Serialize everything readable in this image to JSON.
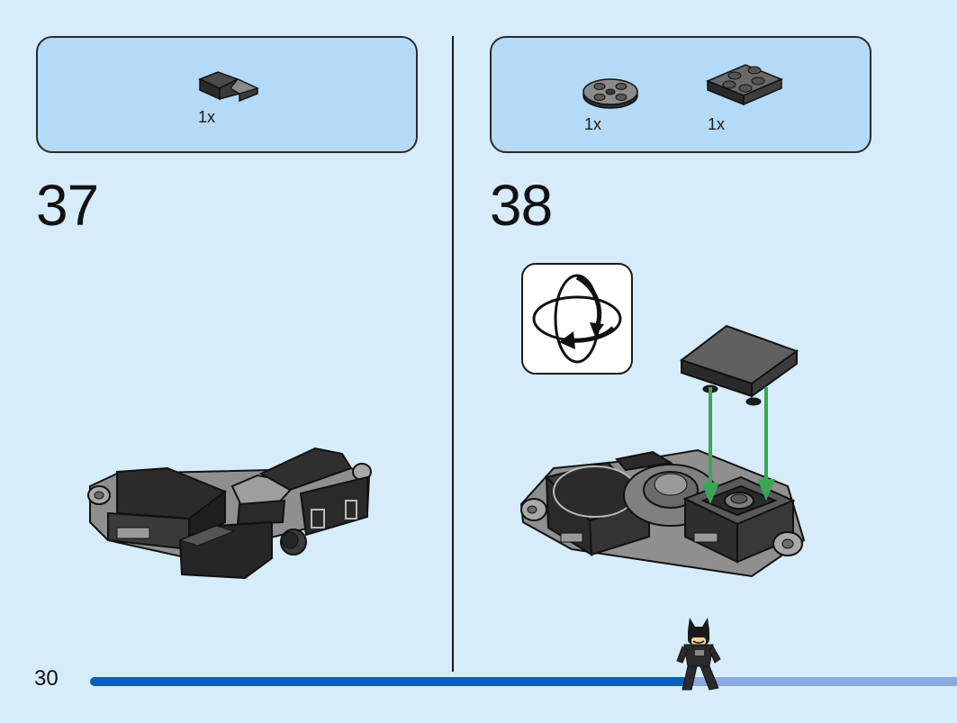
{
  "page": {
    "number": "30",
    "progress": 0.69
  },
  "steps": [
    {
      "number": "37",
      "parts": [
        {
          "name": "dark-gray-slope-brick",
          "qty": "1x"
        }
      ]
    },
    {
      "number": "38",
      "parts": [
        {
          "name": "round-plate-with-studs",
          "qty": "1x"
        },
        {
          "name": "dark-gray-square-plate",
          "qty": "1x"
        }
      ],
      "instruction_icon": "rotate-model-icon"
    }
  ],
  "colors": {
    "background": "#d6ecfb",
    "parts_box": "#b5daf7",
    "progress_fill": "#0f5fb8",
    "progress_track": "#8aa9e0",
    "guide_arrow": "#3aa655"
  }
}
